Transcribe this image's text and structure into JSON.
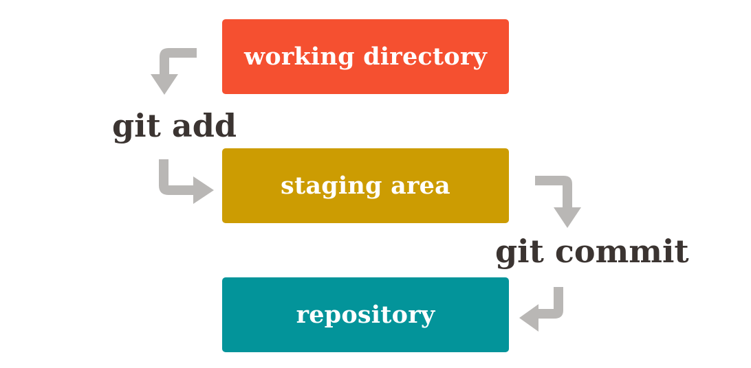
{
  "diagram": {
    "boxes": {
      "working_directory": {
        "label": "working directory",
        "color": "#f55030"
      },
      "staging_area": {
        "label": "staging area",
        "color": "#cc9c02"
      },
      "repository": {
        "label": "repository",
        "color": "#03949a"
      }
    },
    "commands": {
      "add": "git add",
      "commit": "git commit"
    },
    "arrow_color": "#b9b7b5",
    "text_color": "#3b3431"
  }
}
